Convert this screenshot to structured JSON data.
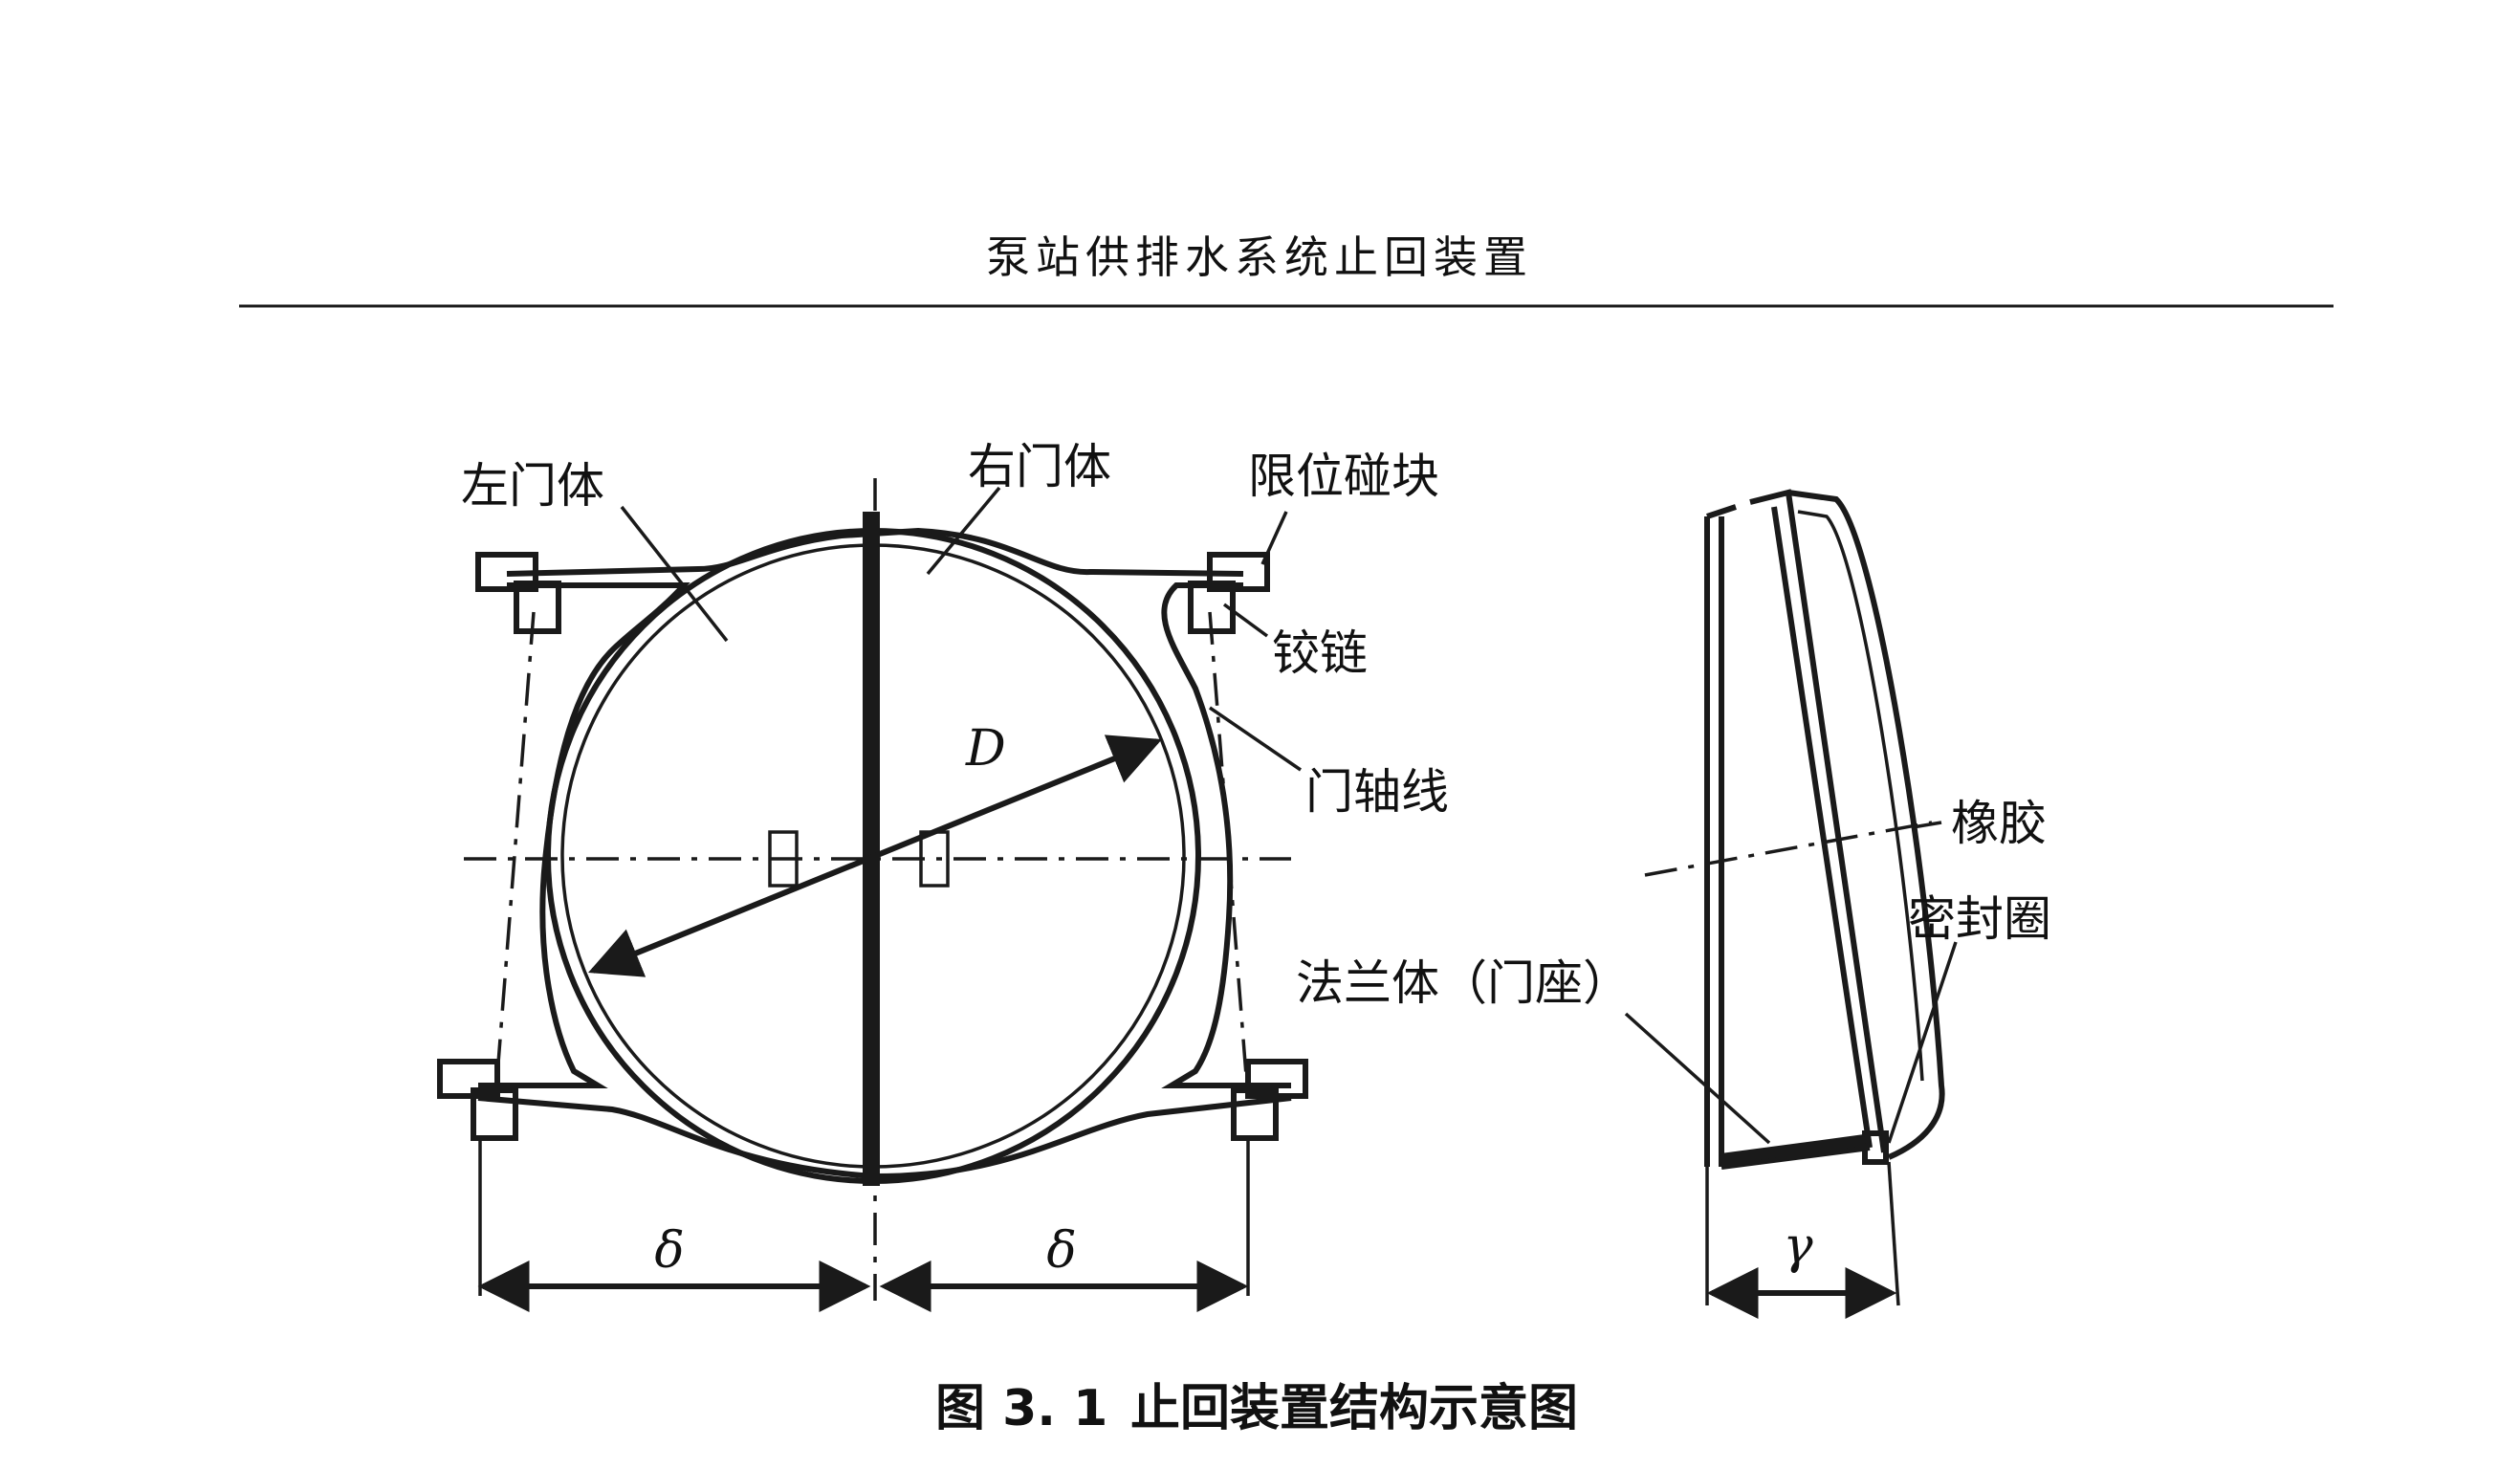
{
  "header": {
    "text": "泵站供排水系统止回装置"
  },
  "labels": {
    "left_door": "左门体",
    "right_door": "右门体",
    "stop_block": "限位碰块",
    "hinge": "铰链",
    "door_axis": "门轴线",
    "rubber": "橡胶",
    "seal_ring": "密封圈",
    "flange_body": "法兰体（门座）"
  },
  "symbols": {
    "diameter": "D",
    "delta_left": "δ",
    "delta_right": "δ",
    "gamma": "γ"
  },
  "caption": {
    "number": "图 3. 1",
    "title": "止回装置结构示意图"
  }
}
